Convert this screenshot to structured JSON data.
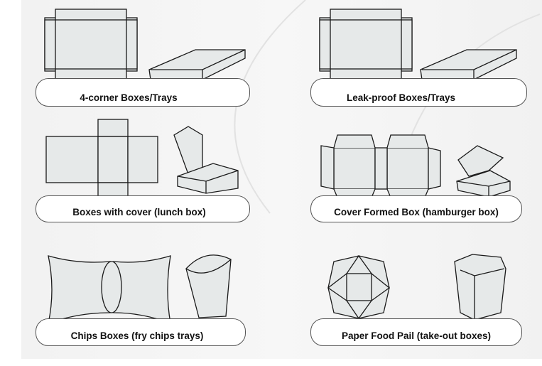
{
  "panels": [
    {
      "label": "4-corner Boxes/Trays"
    },
    {
      "label": "Leak-proof Boxes/Trays"
    },
    {
      "label": "Boxes with cover (lunch box)"
    },
    {
      "label": "Cover Formed Box (hamburger box)"
    },
    {
      "label": "Chips Boxes (fry chips trays)"
    },
    {
      "label": "Paper Food Pail (take-out boxes)"
    }
  ],
  "colors": {
    "fill": "#e6e9e9",
    "stroke": "#1a1a1a",
    "background": "#f3f3f3"
  }
}
